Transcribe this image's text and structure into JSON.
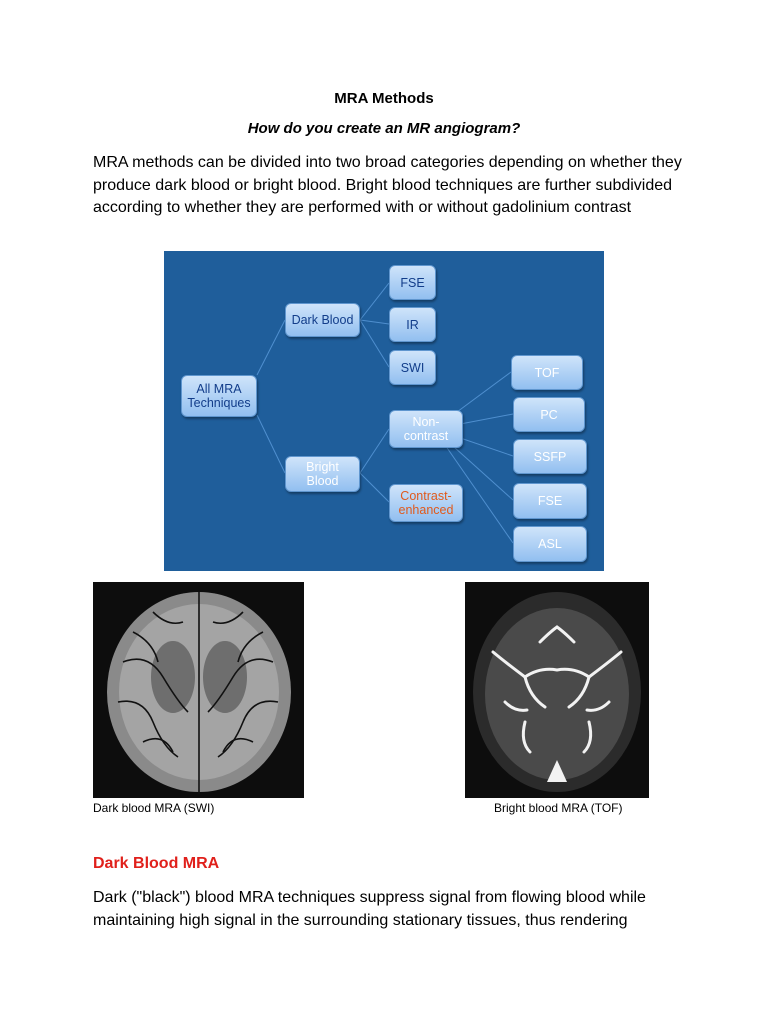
{
  "document": {
    "title": "MRA Methods",
    "subtitle": "How do you create an MR angiogram?",
    "intro": "MRA methods can be divided into two broad categories depending on whether they produce dark blood or bright blood. Bright blood techniques are further subdivided according to whether they are performed with or without gadolinium contrast",
    "diagram": {
      "root": "All MRA Techniques",
      "dark_blood": "Dark Blood",
      "bright_blood": "Bright Blood",
      "fse_dark": "FSE",
      "ir": "IR",
      "swi": "SWI",
      "non_contrast": "Non-contrast",
      "contrast_enhanced": "Contrast-enhanced",
      "tof": "TOF",
      "pc": "PC",
      "ssfp": "SSFP",
      "fse_bright": "FSE",
      "asl": "ASL",
      "colors": {
        "background": "#1f5e9b",
        "box_text": "#123d8a",
        "white_text": "#ffffff",
        "highlight": "#e05a1c"
      }
    },
    "captions": {
      "swi": "Dark blood MRA (SWI)",
      "tof": "Bright blood MRA (TOF)"
    },
    "section_heading": "Dark Blood MRA",
    "section_heading_color": "#e0201b",
    "section_text": "Dark (\"black\") blood MRA techniques suppress signal from flowing blood while maintaining high signal in the surrounding stationary tissues, thus rendering"
  }
}
